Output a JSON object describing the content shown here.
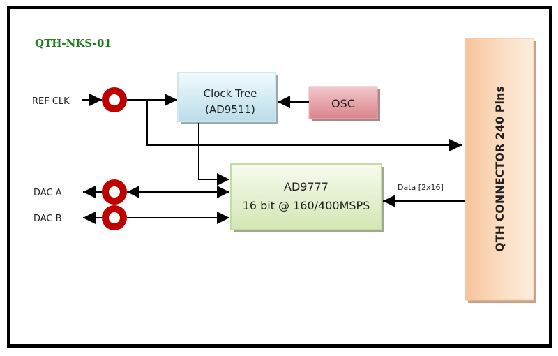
{
  "title": "QTH-NKS-01",
  "labels": {
    "ref_clk": "REF CLK",
    "dac_a": "DAC A",
    "dac_b": "DAC B",
    "data_bus": "Data [2x16]"
  },
  "blocks": {
    "clock_tree": {
      "line1": "Clock Tree",
      "line2": "(AD9511)"
    },
    "osc": {
      "label": "OSC"
    },
    "dac": {
      "line1": "AD9777",
      "line2": "16 bit @ 160/400MSPS"
    },
    "connector": {
      "label": "QTH CONNECTOR 240 Pins"
    }
  },
  "colors": {
    "connector_ring": "#c00000",
    "title": "#1e7e1e"
  }
}
